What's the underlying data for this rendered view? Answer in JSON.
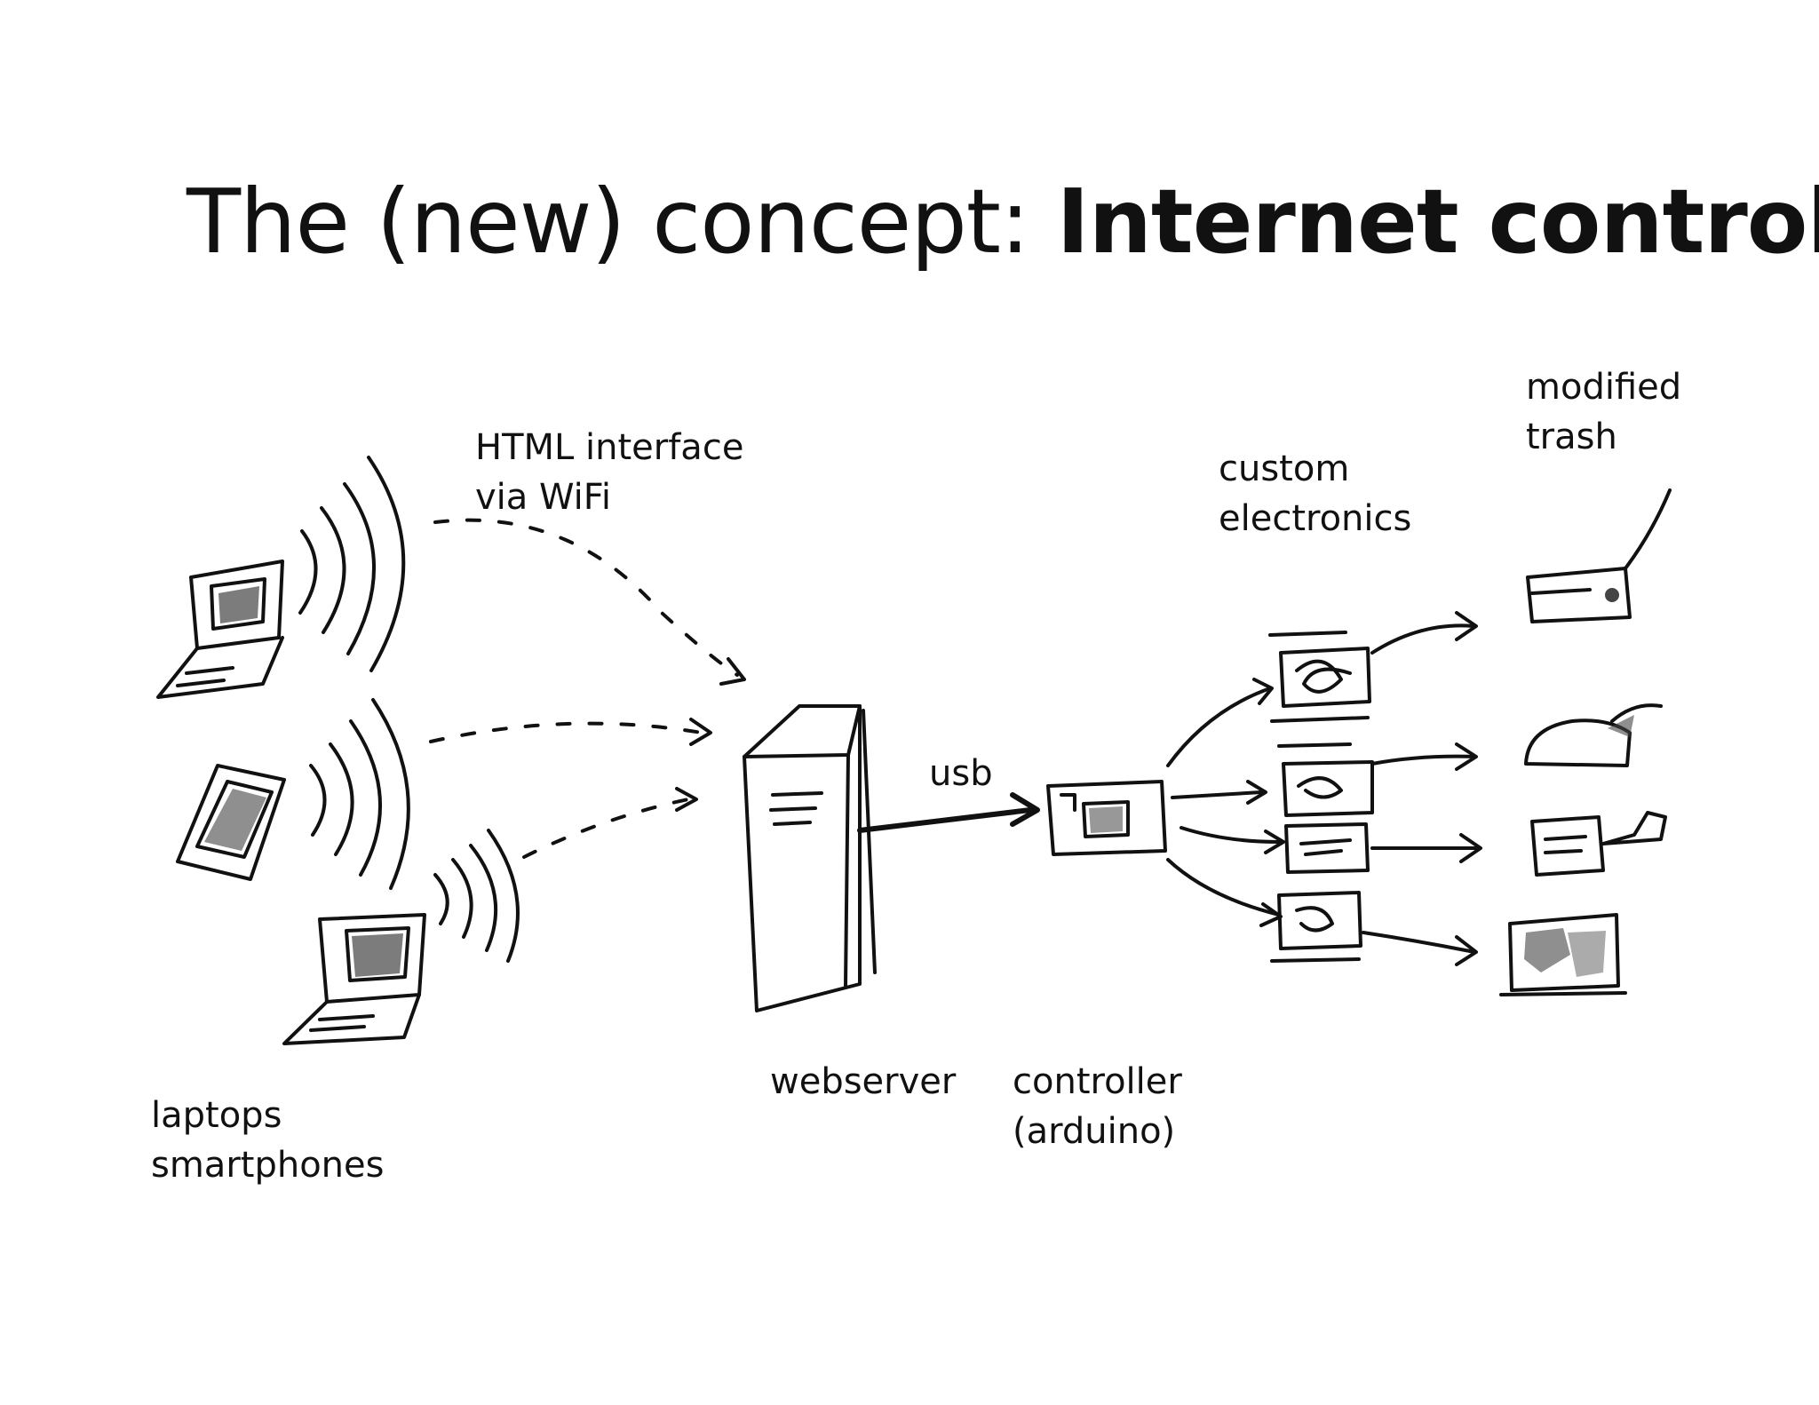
{
  "slide": {
    "title_plain": "The (new) concept: ",
    "title_bold": "Internet control"
  },
  "labels": {
    "html_interface": [
      "HTML interface",
      "via WiFi"
    ],
    "custom_electronics": [
      "custom",
      "electronics"
    ],
    "modified_trash": [
      "modified",
      "trash"
    ],
    "usb": "usb",
    "webserver": "webserver",
    "controller": [
      "controller",
      "(arduino)"
    ],
    "devices": [
      "laptops",
      "smartphones"
    ]
  }
}
